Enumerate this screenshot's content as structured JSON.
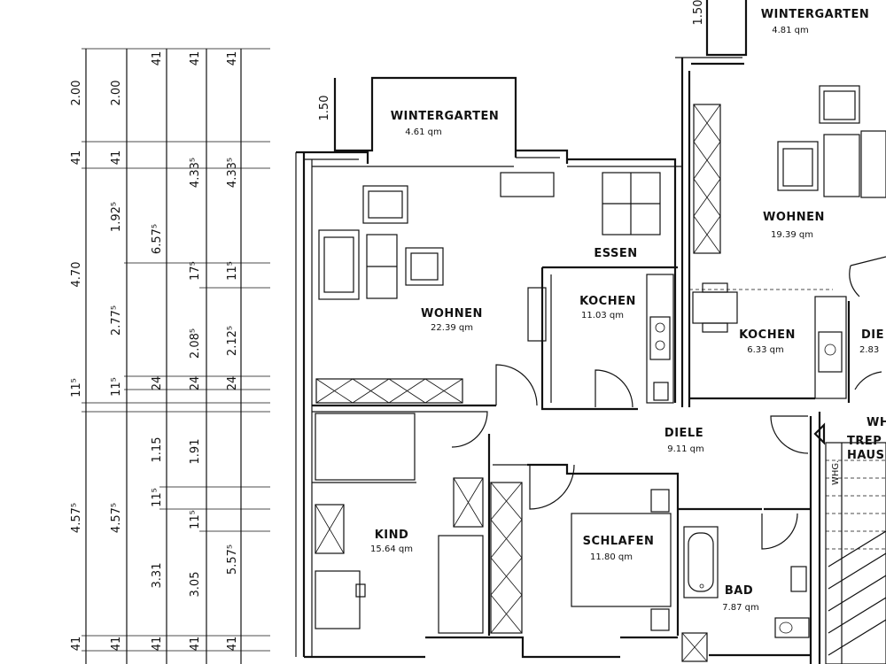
{
  "rooms": {
    "wintergarten_left": {
      "name": "WINTERGARTEN",
      "area": "4.61 qm"
    },
    "wintergarten_right": {
      "name": "WINTERGARTEN",
      "area": "4.81 qm"
    },
    "wohnen_left": {
      "name": "WOHNEN",
      "area": "22.39 qm"
    },
    "wohnen_right": {
      "name": "WOHNEN",
      "area": "19.39 qm"
    },
    "essen": {
      "name": "ESSEN"
    },
    "kochen_left": {
      "name": "KOCHEN",
      "area": "11.03 qm"
    },
    "kochen_right": {
      "name": "KOCHEN",
      "area": "6.33 qm"
    },
    "diele_right": {
      "name": "DIE",
      "area": "2.83"
    },
    "diele": {
      "name": "DIELE",
      "area": "9.11 qm"
    },
    "kind": {
      "name": "KIND",
      "area": "15.64 qm"
    },
    "schlafen": {
      "name": "SCHLAFEN",
      "area": "11.80 qm"
    },
    "bad": {
      "name": "BAD",
      "area": "7.87 qm"
    },
    "treppenhaus": {
      "line1": "WH",
      "line2": "TREP",
      "line3": "HAUS"
    },
    "whg_label": "WHG."
  },
  "dimensions": {
    "col1": [
      "2.00",
      "41",
      "4.70",
      "11⁵",
      "4.57⁵",
      "41"
    ],
    "col2": [
      "2.00",
      "41",
      "1.92⁵",
      "2.77⁵",
      "11⁵",
      "4.57⁵",
      "41"
    ],
    "col3": [
      "41",
      "6.57⁵",
      "24",
      "1.15",
      "11⁵",
      "3.31",
      "41"
    ],
    "col4": [
      "41",
      "4.33⁵",
      "17⁵",
      "2.08⁵",
      "24",
      "1.91",
      "11⁵",
      "3.05",
      "41"
    ],
    "col5": [
      "41",
      "4.33⁵",
      "11⁵",
      "2.12⁵",
      "24",
      "5.57⁵",
      "41"
    ],
    "wintergarten_depth": "1.50",
    "top_depth": "1.50"
  }
}
